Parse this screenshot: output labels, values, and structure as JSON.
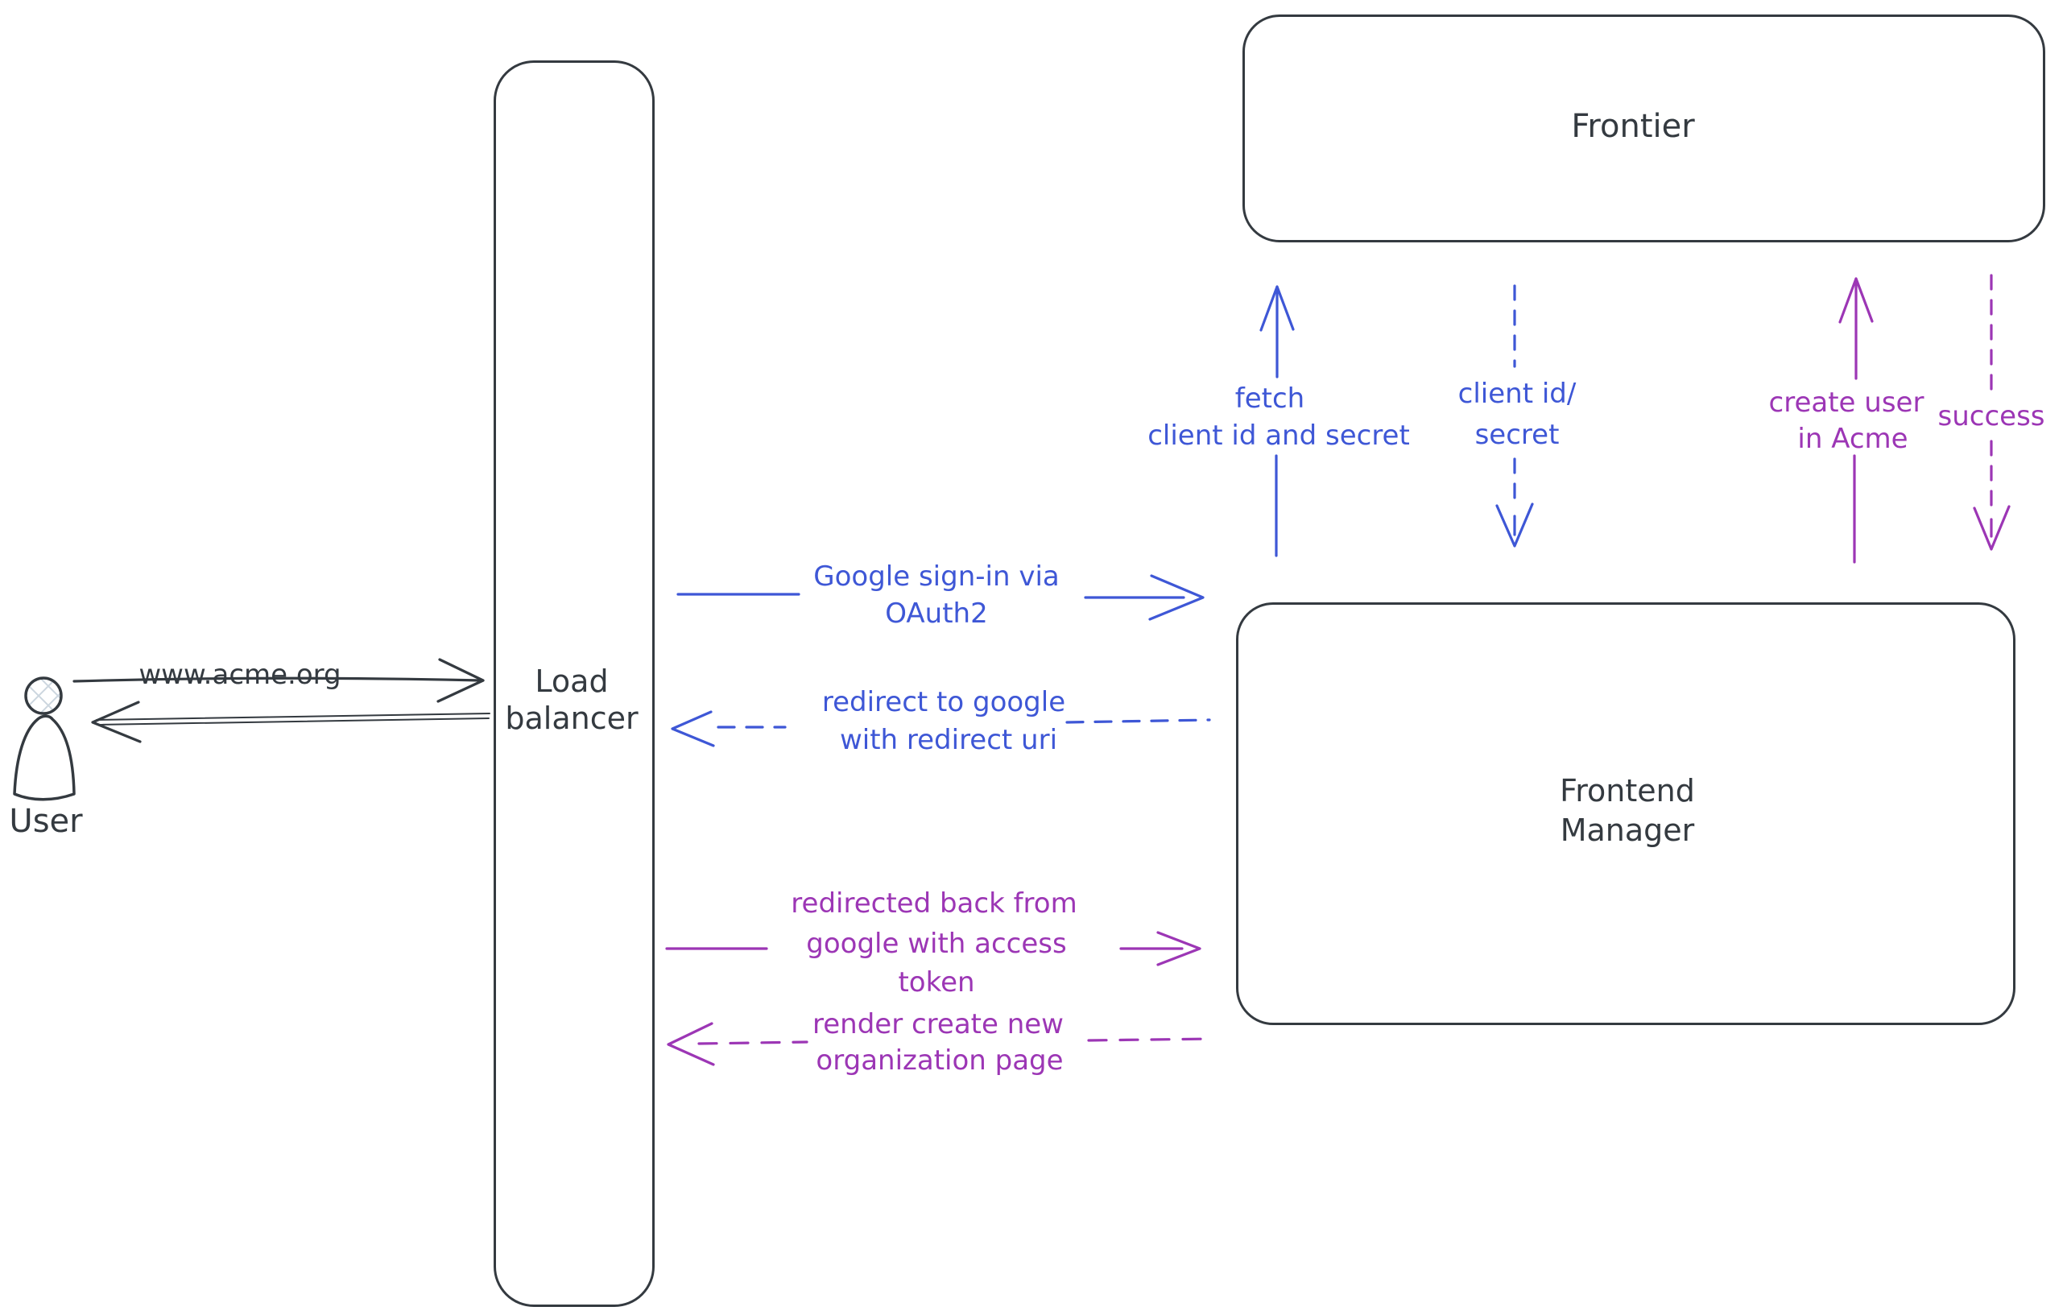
{
  "diagram_type": "architecture-sequence-sketch",
  "colors": {
    "ink": "#343a40",
    "blue": "#3e57d6",
    "purple": "#9c36b5",
    "bg": "#ffffff",
    "hatch": "#ccd6df"
  },
  "actors": {
    "user": {
      "label": "User"
    },
    "load_balancer": {
      "lines": [
        "Load",
        "balancer"
      ]
    },
    "frontier": {
      "label": "Frontier"
    },
    "frontend_manager": {
      "lines": [
        "Frontend",
        "Manager"
      ]
    }
  },
  "flows": {
    "www_request": {
      "label": "www.acme.org",
      "style": "solid",
      "color": "ink",
      "direction": "right",
      "from": "user",
      "to": "load_balancer"
    },
    "www_response": {
      "label": "",
      "style": "solid",
      "color": "ink",
      "direction": "left",
      "from": "load_balancer",
      "to": "user"
    },
    "google_signin": {
      "lines": [
        "Google sign-in via",
        "OAuth2"
      ],
      "style": "solid",
      "color": "blue",
      "direction": "right",
      "from": "load_balancer",
      "to": "frontend_manager"
    },
    "redirect_to_google": {
      "lines": [
        "redirect to google",
        "with redirect uri"
      ],
      "style": "dashed",
      "color": "blue",
      "direction": "left",
      "from": "frontend_manager",
      "to": "load_balancer"
    },
    "redirected_back": {
      "lines": [
        "redirected back from",
        "google with access",
        "token"
      ],
      "style": "solid",
      "color": "purple",
      "direction": "right",
      "from": "load_balancer",
      "to": "frontend_manager"
    },
    "render_org_page": {
      "lines": [
        "render create new",
        "organization page"
      ],
      "style": "dashed",
      "color": "purple",
      "direction": "left",
      "from": "frontend_manager",
      "to": "load_balancer"
    },
    "fetch_creds": {
      "lines": [
        "fetch",
        "client id and secret"
      ],
      "style": "solid",
      "color": "blue",
      "direction": "up",
      "from": "frontend_manager",
      "to": "frontier"
    },
    "creds_response": {
      "lines": [
        "client id/",
        "secret"
      ],
      "style": "dashed",
      "color": "blue",
      "direction": "down",
      "from": "frontier",
      "to": "frontend_manager"
    },
    "create_user": {
      "lines": [
        "create user",
        "in Acme"
      ],
      "style": "solid",
      "color": "purple",
      "direction": "up",
      "from": "frontend_manager",
      "to": "frontier"
    },
    "success_response": {
      "lines": [
        "success"
      ],
      "style": "dashed",
      "color": "purple",
      "direction": "down",
      "from": "frontier",
      "to": "frontend_manager"
    }
  }
}
